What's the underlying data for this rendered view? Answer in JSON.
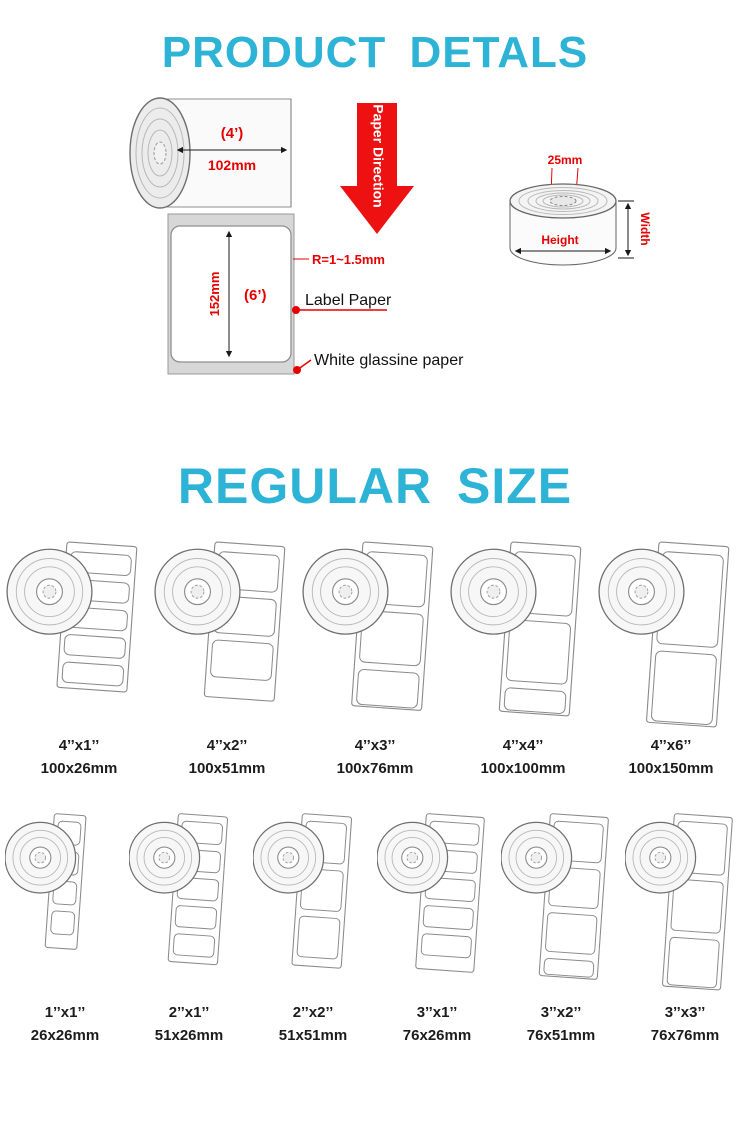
{
  "titles": {
    "product_details": "PRODUCT DETALS",
    "regular_size": "REGULAR SIZE"
  },
  "diagram": {
    "width_inch": "(4’)",
    "width_mm": "102mm",
    "height_mm": "152mm",
    "height_inch": "(6’)",
    "radius": "R=1~1.5mm",
    "label_paper": "Label Paper",
    "glassine_paper": "White glassine paper",
    "paper_direction": "Paper Direction",
    "core_size": "25mm",
    "height_label": "Height",
    "width_label": "Width"
  },
  "top_sizes": [
    {
      "inch": "4’’x1’’",
      "mm": "100x26mm"
    },
    {
      "inch": "4’’x2’’",
      "mm": "100x51mm"
    },
    {
      "inch": "4’’x3’’",
      "mm": "100x76mm"
    },
    {
      "inch": "4’’x4’’",
      "mm": "100x100mm"
    },
    {
      "inch": "4’’x6’’",
      "mm": "100x150mm"
    }
  ],
  "bottom_sizes": [
    {
      "inch": "1’’x1’’",
      "mm": "26x26mm"
    },
    {
      "inch": "2’’x1’’",
      "mm": "51x26mm"
    },
    {
      "inch": "2’’x2’’",
      "mm": "51x51mm"
    },
    {
      "inch": "3’’x1’’",
      "mm": "76x26mm"
    },
    {
      "inch": "3’’x2’’",
      "mm": "76x51mm"
    },
    {
      "inch": "3’’x3’’",
      "mm": "76x76mm"
    }
  ],
  "colors": {
    "accent_cyan": "#2cb3d5",
    "dimension_red": "#e60000",
    "arrow_red": "#ee1111"
  }
}
